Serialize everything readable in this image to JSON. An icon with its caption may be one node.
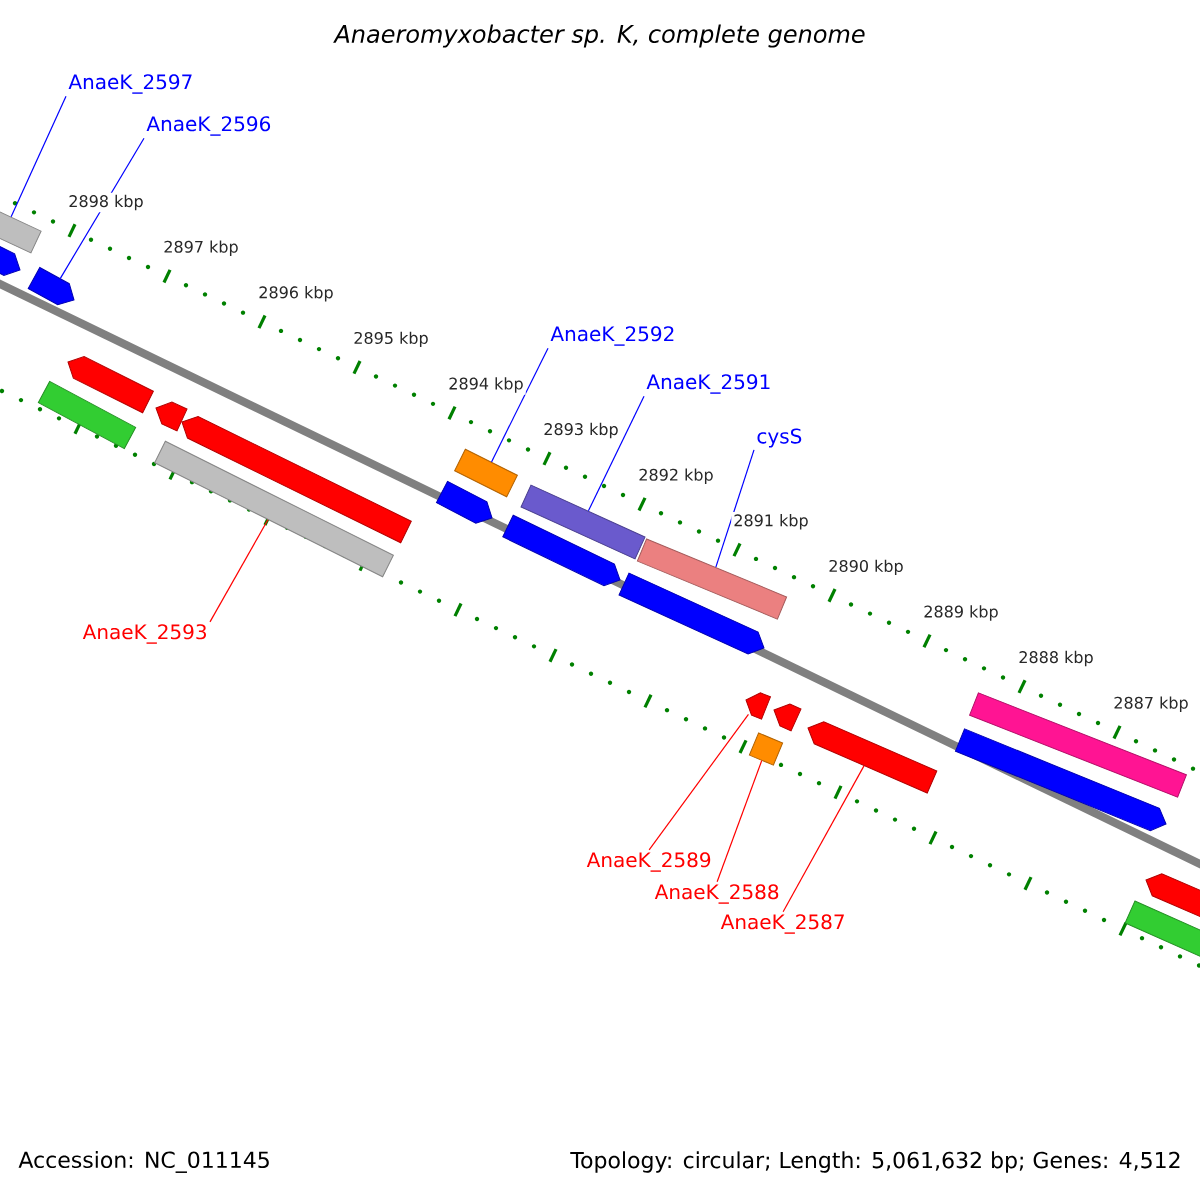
{
  "diagram": {
    "title": "Anaeromyxobacter sp. K, complete genome",
    "nodes": [
      {
        "text": [
          "AnaeK_2597"
        ]
      },
      {
        "text": [
          "AnaeK_2596"
        ]
      },
      {
        "text": [
          "AnaeK_2592"
        ]
      },
      {
        "text": [
          "AnaeK_2591"
        ]
      },
      {
        "text": [
          "cysS"
        ]
      },
      {
        "text": [
          "AnaeK_2593"
        ]
      },
      {
        "text": [
          "AnaeK_2589"
        ]
      },
      {
        "text": [
          "AnaeK_2588"
        ]
      },
      {
        "text": [
          "AnaeK_2587"
        ]
      },
      {
        "text": [],
        "shape": "bar"
      },
      {
        "text": [],
        "shape": "bar"
      },
      {
        "text": [],
        "shape": "bar"
      },
      {
        "text": [],
        "shape": "bar"
      },
      {
        "text": [],
        "shape": "bar"
      },
      {
        "text": [],
        "shape": "bar"
      },
      {
        "text": [],
        "shape": "bar"
      },
      {
        "text": [],
        "shape": "bar"
      },
      {
        "text": [],
        "shape": "bar"
      },
      {
        "text": [],
        "shape": "bar"
      },
      {
        "text": [],
        "shape": "bar"
      },
      {
        "text": [],
        "shape": "bar"
      },
      {
        "text": [],
        "shape": "bar"
      },
      {
        "text": [],
        "shape": "bar"
      },
      {
        "text": [],
        "shape": "bar"
      },
      {
        "text": [],
        "shape": "bar"
      },
      {
        "text": [],
        "shape": "bar"
      },
      {
        "text": [],
        "shape": "bar"
      },
      {
        "text": [],
        "shape": "bar"
      },
      {
        "text": [],
        "shape": "bar"
      },
      {
        "text": [],
        "shape": "bar"
      },
      {
        "text": [],
        "shape": "bar"
      }
    ],
    "edges": [
      {
        "from": 0,
        "to": 9,
        "arrow": "none"
      },
      {
        "from": 1,
        "to": 11,
        "arrow": "none"
      },
      {
        "from": 2,
        "to": 18,
        "arrow": "none"
      },
      {
        "from": 3,
        "to": 20,
        "arrow": "none"
      },
      {
        "from": 4,
        "to": 22,
        "arrow": "none"
      },
      {
        "from": 5,
        "to": 15,
        "arrow": "none",
        "color": "#ff0000"
      },
      {
        "from": 6,
        "to": 23,
        "arrow": "none",
        "color": "#ff0000"
      },
      {
        "from": 7,
        "to": 24,
        "arrow": "none",
        "color": "#ff0000"
      },
      {
        "from": 8,
        "to": 26,
        "arrow": "none",
        "color": "#ff0000"
      }
    ],
    "labels": [
      "2898 kbp",
      "2897 kbp",
      "2896 kbp",
      "2895 kbp",
      "2894 kbp",
      "2893 kbp",
      "2892 kbp",
      "2891 kbp",
      "2890 kbp",
      "2889 kbp",
      "2888 kbp",
      "2887 kbp",
      "Accession: NC_011145",
      "Topology: circular; Length: 5,061,632 bp; Genes: 4,512"
    ]
  }
}
